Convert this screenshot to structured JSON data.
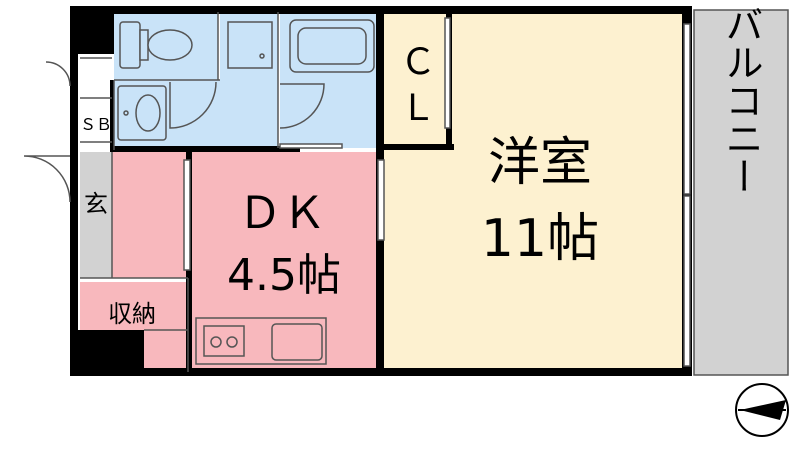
{
  "rooms": {
    "western": {
      "name": "洋室",
      "size": "11帖",
      "color": "#fdf1d0"
    },
    "dk": {
      "name": "ＤＫ",
      "size": "4.5帖",
      "color": "#f8b8bd"
    },
    "closet_a": "Ｃ",
    "closet_b": "Ｌ",
    "storage": "収納",
    "shoe_box": "ＳＢ",
    "entrance": "玄",
    "balcony": "バルコニー"
  },
  "colors": {
    "wet_area": "#c9e3f8",
    "balcony": "#d2d2d2",
    "wall": "#000000",
    "outline": "#555555"
  },
  "icons": [
    "toilet-icon",
    "washbasin-icon",
    "washing-machine-icon",
    "bathtub-icon",
    "stove-icon",
    "sink-icon",
    "north-arrow-icon"
  ]
}
